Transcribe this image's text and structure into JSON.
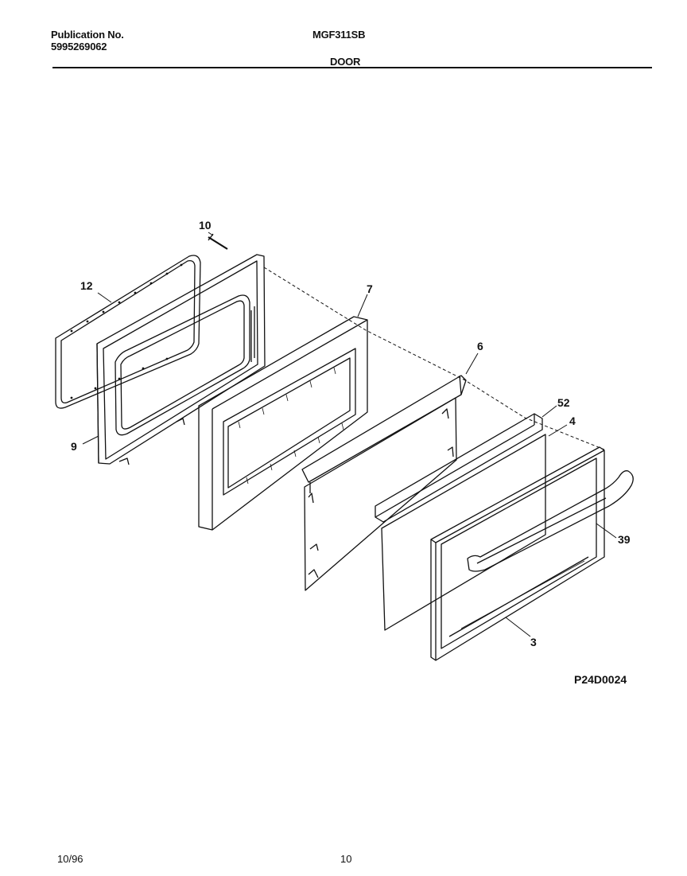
{
  "header": {
    "publication_label": "Publication No.",
    "publication_number": "5995269062",
    "model": "MGF311SB",
    "section": "DOOR"
  },
  "diagram": {
    "code": "P24D0024",
    "callouts": [
      "10",
      "12",
      "9",
      "7",
      "6",
      "52",
      "4",
      "39",
      "3"
    ]
  },
  "footer": {
    "date": "10/96",
    "page": "10"
  }
}
